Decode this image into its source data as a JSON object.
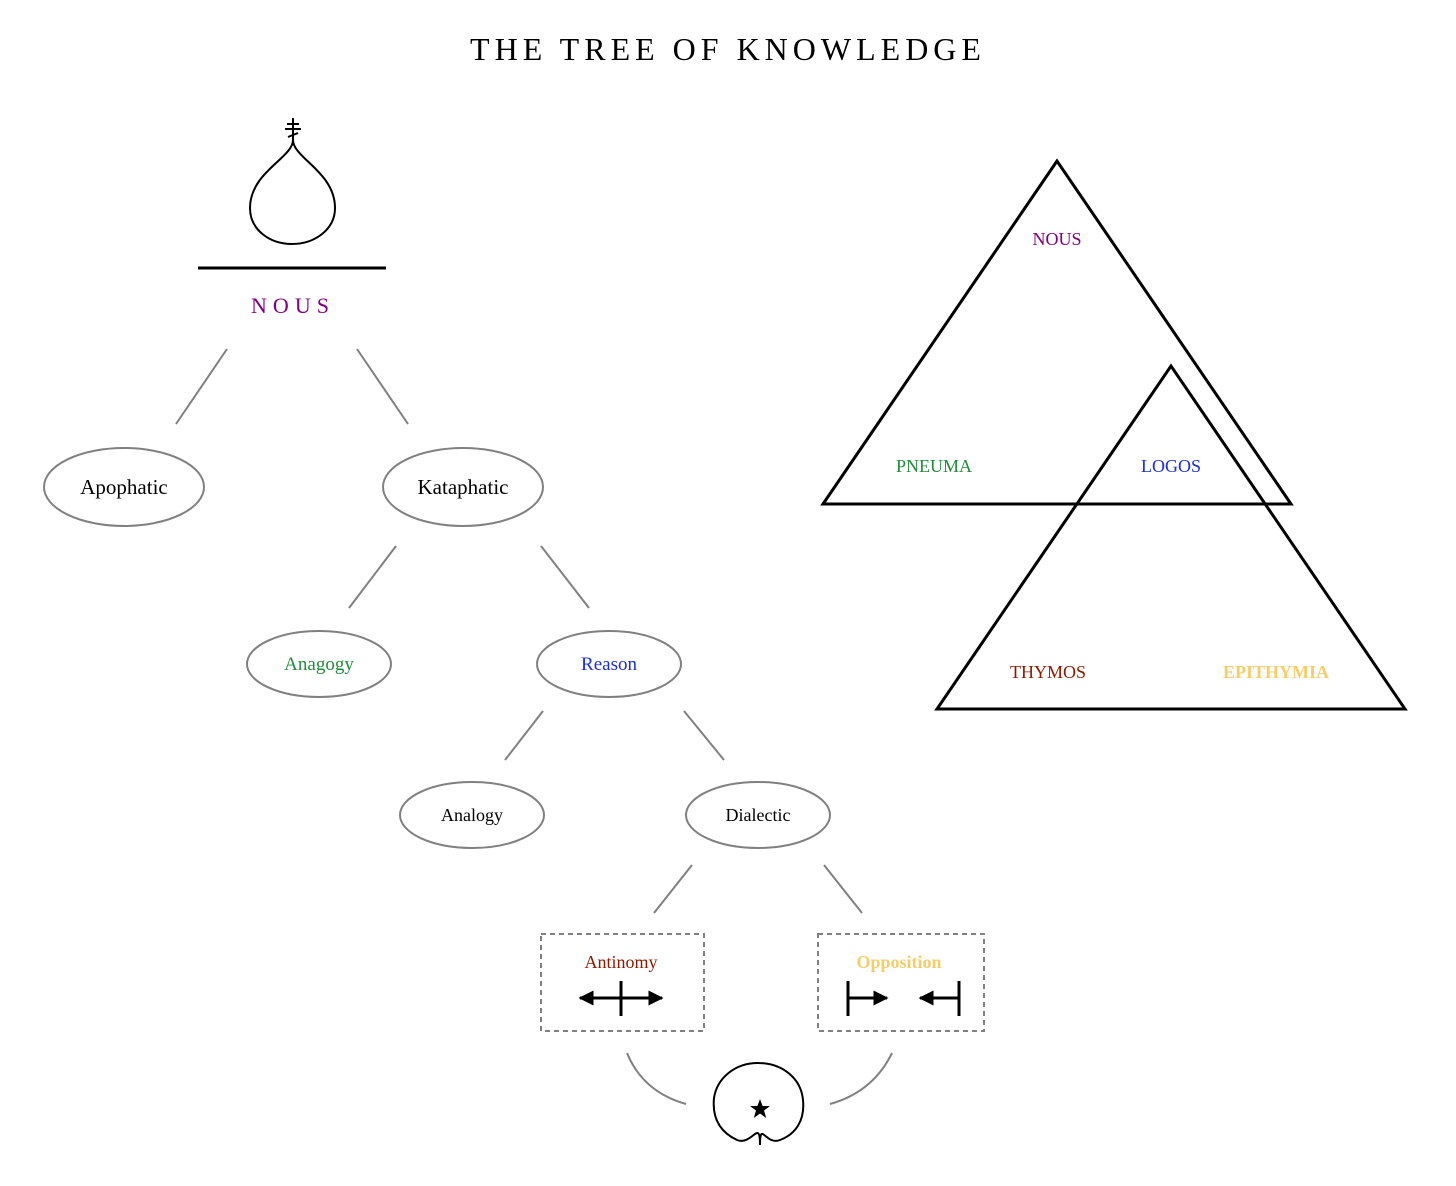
{
  "title": "THE TREE OF KNOWLEDGE",
  "colors": {
    "ink": "#000000",
    "connector": "#808080",
    "nous": "#800080",
    "pneuma": "#228b3c",
    "logos": "#1c2fd6",
    "thymos": "#8b1a00",
    "epithymia": "#f5cd6a",
    "anagogy": "#228b3c",
    "reason": "#1c2fd6",
    "antinomy": "#8b1a00",
    "opposition": "#f5cd6a"
  },
  "tree": {
    "root": {
      "label": "NOUS",
      "icon": "onion-dome-cross-icon"
    },
    "nodes": {
      "apophatic": "Apophatic",
      "kataphatic": "Kataphatic",
      "anagogy": "Anagogy",
      "reason": "Reason",
      "analogy": "Analogy",
      "dialectic": "Dialectic"
    },
    "boxes": {
      "antinomy": {
        "label": "Antinomy",
        "icon": "crossed-double-arrow-icon"
      },
      "opposition": {
        "label": "Opposition",
        "icon": "opposing-arrows-icon"
      }
    },
    "bottom_icon": "star-loop-icon"
  },
  "triangles": {
    "upper": {
      "top": "NOUS",
      "left": "PNEUMA",
      "right": "LOGOS"
    },
    "lower": {
      "left": "THYMOS",
      "right": "EPITHYMIA"
    }
  }
}
